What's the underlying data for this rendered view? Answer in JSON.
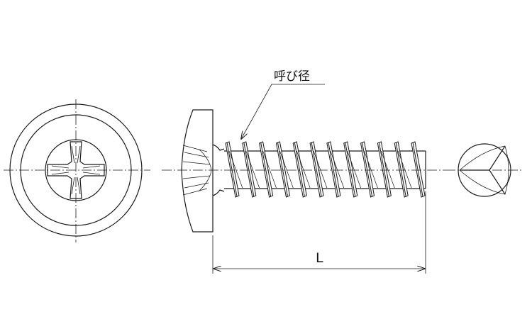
{
  "labels": {
    "nominal_diameter": "呼び径",
    "length": "L"
  },
  "thread": {
    "crest_count": 12
  },
  "colors": {
    "line": "#1a1a1a",
    "background": "#ffffff"
  }
}
